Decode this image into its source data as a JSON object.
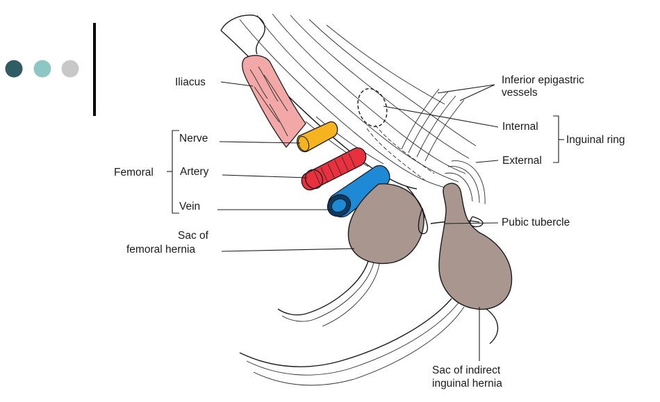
{
  "slide": {
    "dots": [
      {
        "name": "dot-dark-teal",
        "color": "#2f5d63"
      },
      {
        "name": "dot-light-teal",
        "color": "#8cc7c4"
      },
      {
        "name": "dot-gray",
        "color": "#c8c8c8"
      }
    ],
    "divider_color": "#000000"
  },
  "diagram": {
    "labels": {
      "iliacus": "Iliacus",
      "nerve": "Nerve",
      "artery": "Artery",
      "vein": "Vein",
      "femoral": "Femoral",
      "sac_femoral_1": "Sac of",
      "sac_femoral_2": "femoral hernia",
      "inferior_epigastric_1": "Inferior epigastric",
      "inferior_epigastric_2": "vessels",
      "internal": "Internal",
      "external": "External",
      "inguinal_ring": "Inguinal ring",
      "pubic_tubercle": "Pubic tubercle",
      "sac_indirect_1": "Sac of indirect",
      "sac_indirect_2": "inguinal hernia"
    },
    "colors": {
      "iliacus": "#f2a8a6",
      "nerve": "#f4b31f",
      "artery": "#e8303e",
      "vein": "#1e8ad6",
      "hernia_sac": "#a8968f"
    }
  }
}
